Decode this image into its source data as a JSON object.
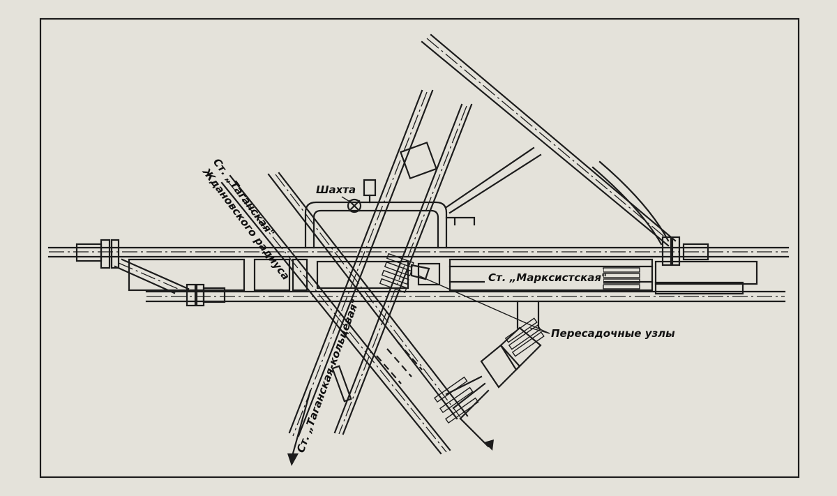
{
  "labels": {
    "shaft": "Шахта",
    "station_marxist": "Ст. „Марксистская\"",
    "station_taganskaya_radial_line1": "Ст. „Таганская\"",
    "station_taganskaya_radial_line2": "Ждановского радиуса",
    "station_taganskaya_ring": "Ст. „Таганская-кольцевая\"",
    "transfer_nodes": "Пересадочные узлы"
  },
  "colors": {
    "ink": "#1c1c1c",
    "paper": "#e4e2da"
  }
}
